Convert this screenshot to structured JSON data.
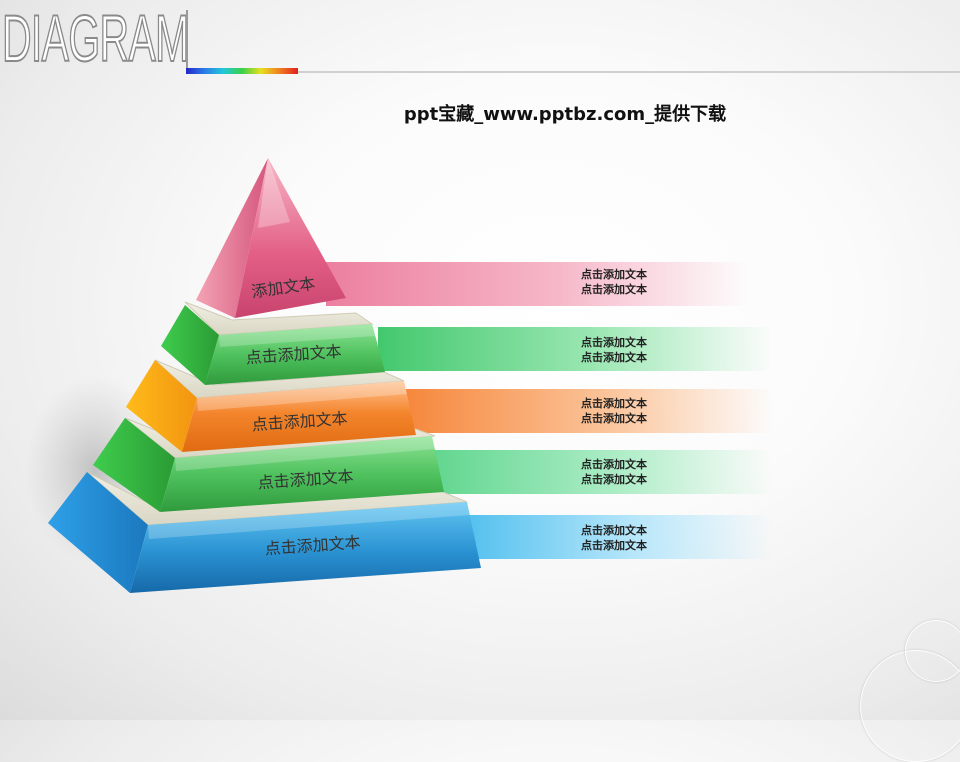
{
  "header": {
    "title": "DIAGRAM"
  },
  "subtitle": "ppt宝藏_www.pptbz.com_提供下载",
  "tiers": [
    {
      "label": "添加文本",
      "color": "#e35f86"
    },
    {
      "label": "点击添加文本",
      "color": "#4fc25e"
    },
    {
      "label": "点击添加文本",
      "color": "#f4852c"
    },
    {
      "label": "点击添加文本",
      "color": "#4fc25e"
    },
    {
      "label": "点击添加文本",
      "color": "#2a92d2"
    }
  ],
  "ribbons": [
    {
      "line1": "点击添加文本",
      "line2": "点击添加文本",
      "color": "#ec7fa0"
    },
    {
      "line1": "点击添加文本",
      "line2": "点击添加文本",
      "color": "#59cf7d"
    },
    {
      "line1": "点击添加文本",
      "line2": "点击添加文本",
      "color": "#f8a160"
    },
    {
      "line1": "点击添加文本",
      "line2": "点击添加文本",
      "color": "#6fd996"
    },
    {
      "line1": "点击添加文本",
      "line2": "点击添加文本",
      "color": "#63c5ee"
    }
  ]
}
